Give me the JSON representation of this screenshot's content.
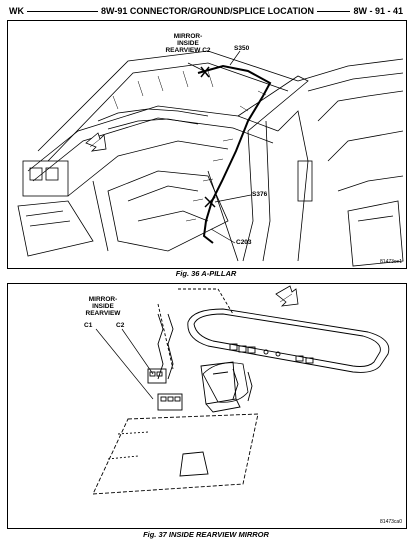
{
  "header": {
    "left": "WK",
    "center": "8W-91 CONNECTOR/GROUND/SPLICE LOCATION",
    "right": "8W - 91 - 41"
  },
  "figure36": {
    "labels": {
      "mirror_line1": "MIRROR-",
      "mirror_line2": "INSIDE",
      "mirror_line3": "REARVIEW C2",
      "s350": "S350",
      "s376": "S376",
      "c203": "C203"
    },
    "code": "81473ce1",
    "caption": "Fig. 36 A-PILLAR"
  },
  "figure37": {
    "labels": {
      "mirror_line1": "MIRROR-",
      "mirror_line2": "INSIDE",
      "mirror_line3": "REARVIEW",
      "c1": "C1",
      "c2": "C2"
    },
    "code": "81473ca0",
    "caption": "Fig. 37 INSIDE REARVIEW MIRROR"
  }
}
